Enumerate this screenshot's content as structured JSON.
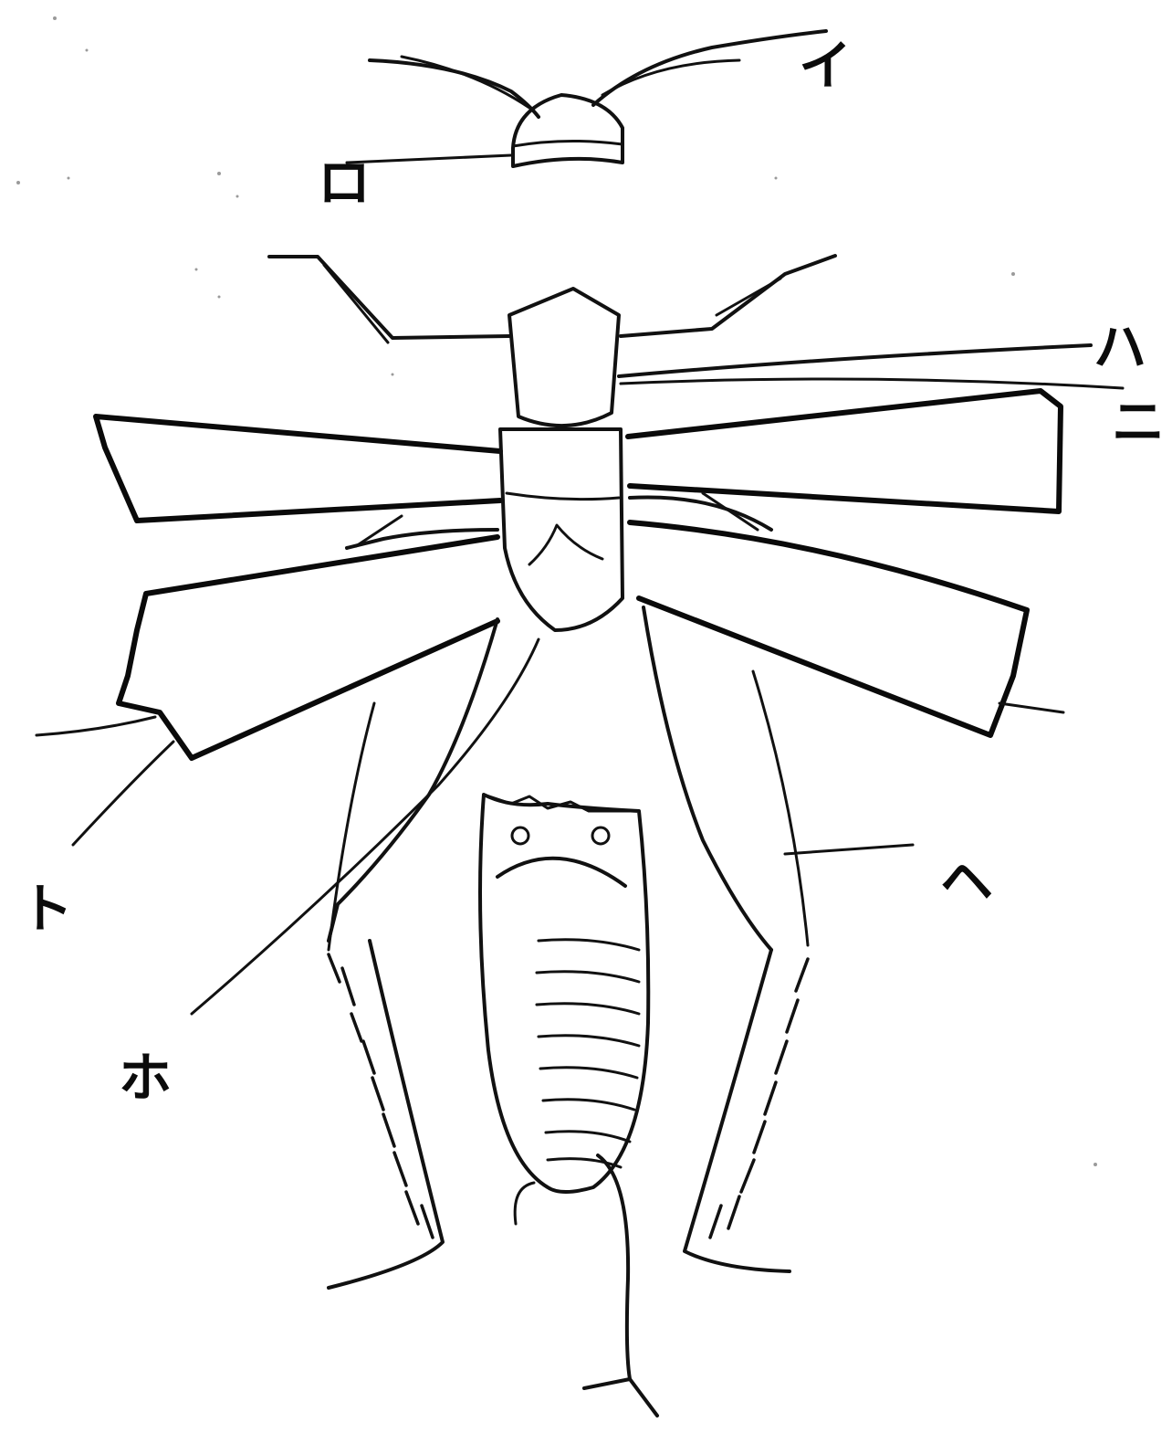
{
  "labels": {
    "i": "イ",
    "ro": "ロ",
    "ha": "ハ",
    "ni": "ニ",
    "ho": "ホ",
    "he": "ヘ",
    "to": "ト"
  },
  "colors": {
    "ink": "#111111",
    "paper": "#ffffff"
  }
}
